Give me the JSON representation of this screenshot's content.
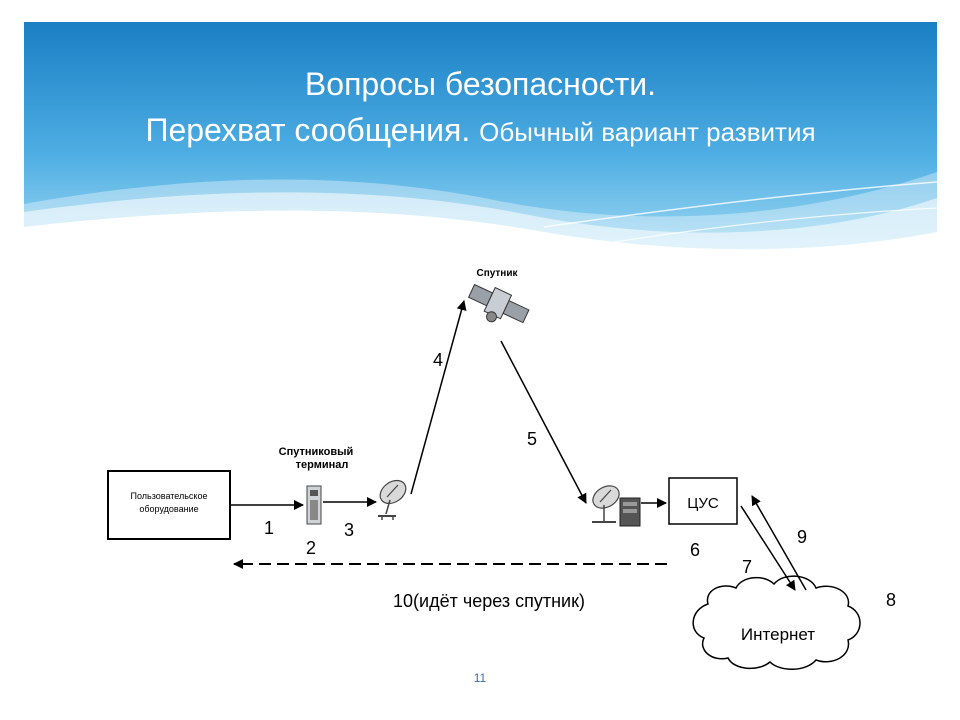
{
  "title": {
    "line1": "Вопросы безопасности.",
    "line2_main": "Перехват сообщения.",
    "line2_small": "Обычный вариант развития"
  },
  "nodes": {
    "user_equipment": "Пользовательское оборудование",
    "terminal": "Спутниковый терминал",
    "satellite": "Спутник",
    "control_center": "ЦУС",
    "internet": "Интернет"
  },
  "steps": [
    "1",
    "2",
    "3",
    "4",
    "5",
    "6",
    "7",
    "8",
    "9"
  ],
  "return_path": "10(идёт через спутник)",
  "page_number": "11",
  "colors": {
    "header_top": "#1a86c8",
    "header_bottom": "#8fd2f2",
    "wave": "#ffffff"
  }
}
